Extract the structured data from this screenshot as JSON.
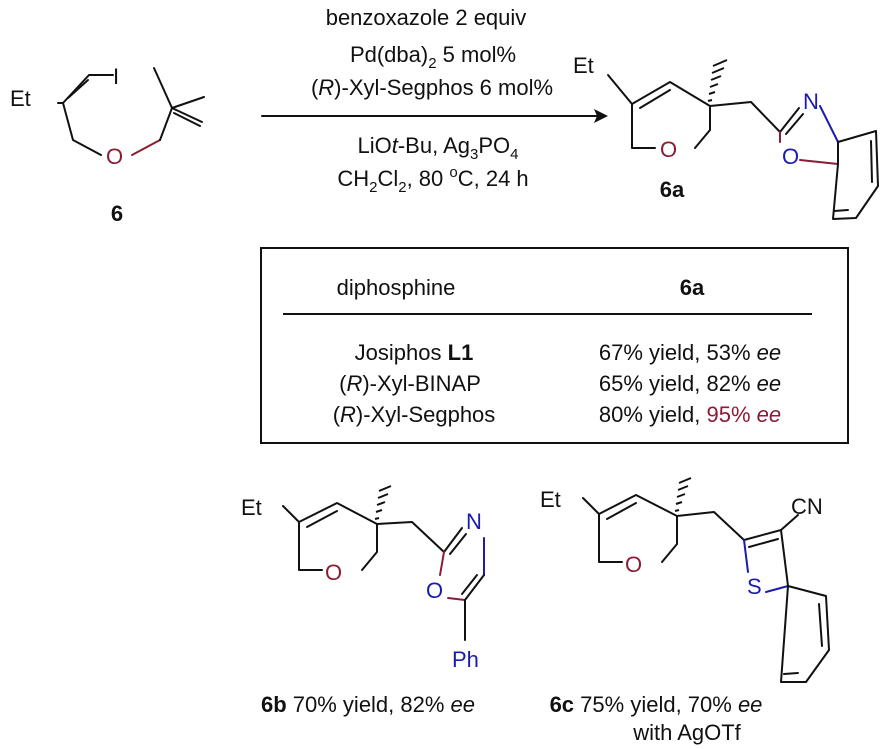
{
  "conditions": {
    "reagent1": "benzoxazole 2 equiv",
    "catalyst": "Pd(dba)",
    "catalyst_sub": "2",
    "catalyst_load": " 5 mol%",
    "ligand_r": "R",
    "ligand_rest": "-Xyl-Segphos 6 mol%",
    "base1": "LiO",
    "base_t": "t",
    "base2": "-Bu, Ag",
    "base_sub1": "3",
    "base3": "PO",
    "base_sub2": "4",
    "solvent1": "CH",
    "solvent_sub1": "2",
    "solvent2": "Cl",
    "solvent_sub2": "2",
    "solvent3": ", 80 ",
    "solvent_sup": "o",
    "solvent4": "C, 24 h"
  },
  "substrate": {
    "label": "6",
    "et": "Et",
    "iodo": "I",
    "oxygen": "O"
  },
  "product_6a": {
    "label": "6a",
    "et": "Et",
    "oxygen": "O",
    "azole_n": "N",
    "azole_o": "O"
  },
  "table": {
    "header_ligand": "diphosphine",
    "header_result": "6a",
    "rows": [
      {
        "ligand_pre": "Josiphos ",
        "ligand_bold": "L1",
        "ligand_r": "",
        "ligand_post": "",
        "yield": "67% yield, 53% ",
        "ee_value": "",
        "ee_word": "ee"
      },
      {
        "ligand_pre": "(",
        "ligand_bold": "",
        "ligand_r": "R",
        "ligand_post": ")-Xyl-BINAP",
        "yield": "65% yield, 82% ",
        "ee_value": "",
        "ee_word": "ee"
      },
      {
        "ligand_pre": "(",
        "ligand_bold": "",
        "ligand_r": "R",
        "ligand_post": ")-Xyl-Segphos",
        "yield": "80% yield, ",
        "ee_value": "95% ",
        "ee_word": "ee"
      }
    ],
    "highlight_color": "#8a1c35"
  },
  "product_6b": {
    "label": "6b",
    "result": "70% yield, 82% ",
    "ee_word": "ee",
    "et": "Et",
    "oxygen": "O",
    "ring_n": "N",
    "ring_o": "O",
    "ph": "Ph"
  },
  "product_6c": {
    "label": "6c",
    "result": "75% yield, 70% ",
    "ee_word": "ee",
    "note": "with AgOTf",
    "et": "Et",
    "oxygen": "O",
    "ring_s": "S",
    "cn": "CN"
  },
  "colors": {
    "oxygen": "#8a1c35",
    "nitrogen": "#1b1bb0",
    "bond": "#111111"
  }
}
